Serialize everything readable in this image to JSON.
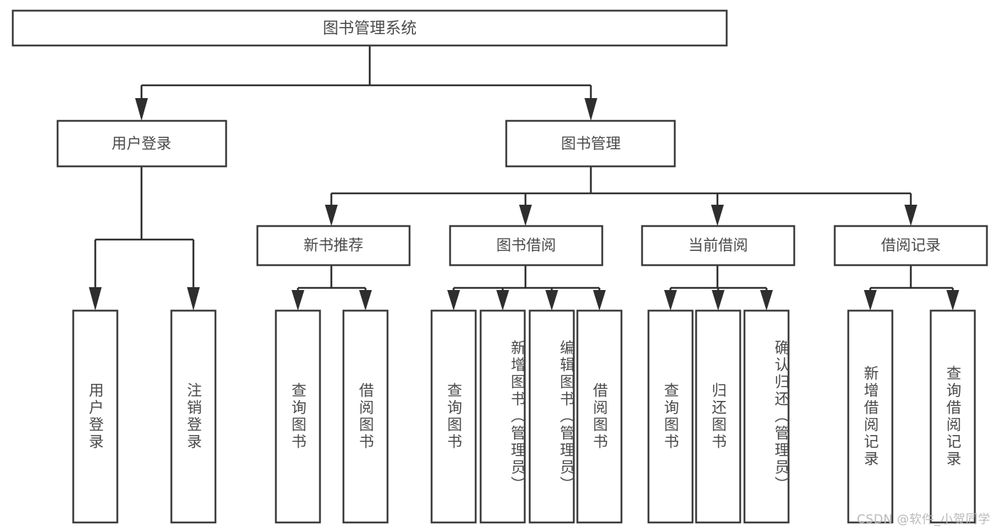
{
  "diagram": {
    "type": "tree",
    "title": "图书管理系统",
    "watermark": "CSDN @软件_小贺同学",
    "colors": {
      "background": "#ffffff",
      "box_stroke": "#3b3b3b",
      "box_fill": "#ffffff",
      "connector": "#2e2e2e",
      "text": "#4a4a4a",
      "watermark": "#b9b9b9"
    },
    "root": {
      "label": "图书管理系统"
    },
    "level1": [
      {
        "label": "用户登录"
      },
      {
        "label": "图书管理"
      }
    ],
    "level2": [
      {
        "label": "新书推荐"
      },
      {
        "label": "图书借阅"
      },
      {
        "label": "当前借阅"
      },
      {
        "label": "借阅记录"
      }
    ],
    "leaves": {
      "user_login": [
        {
          "label": "用户登录"
        },
        {
          "label": "注销登录"
        }
      ],
      "new_book_recommend": [
        {
          "label": "查询图书"
        },
        {
          "label": "借阅图书"
        }
      ],
      "book_borrow": [
        {
          "label": "查询图书"
        },
        {
          "label": "新增图书（管理员）"
        },
        {
          "label": "编辑图书（管理员）"
        },
        {
          "label": "借阅图书"
        }
      ],
      "current_borrow": [
        {
          "label": "查询图书"
        },
        {
          "label": "归还图书"
        },
        {
          "label": "确认归还（管理员）"
        }
      ],
      "borrow_record": [
        {
          "label": "新增借阅记录"
        },
        {
          "label": "查询借阅记录"
        }
      ]
    }
  }
}
